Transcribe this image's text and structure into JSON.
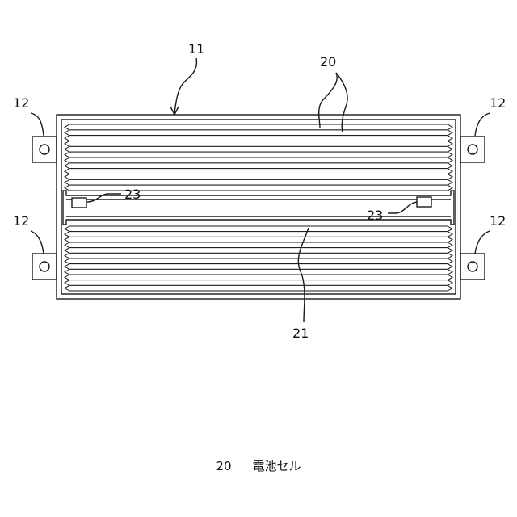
{
  "labels": {
    "module": "11",
    "tab_top_left": "12",
    "tab_top_right": "12",
    "tab_bottom_left": "12",
    "tab_bottom_right": "12",
    "cells": "20",
    "sensor_left": "23",
    "sensor_right": "23",
    "center_strip": "21"
  },
  "caption": {
    "number": "20",
    "text": "電池セル"
  },
  "style": {
    "line_color": "#1a1a1a",
    "background": "#ffffff"
  }
}
